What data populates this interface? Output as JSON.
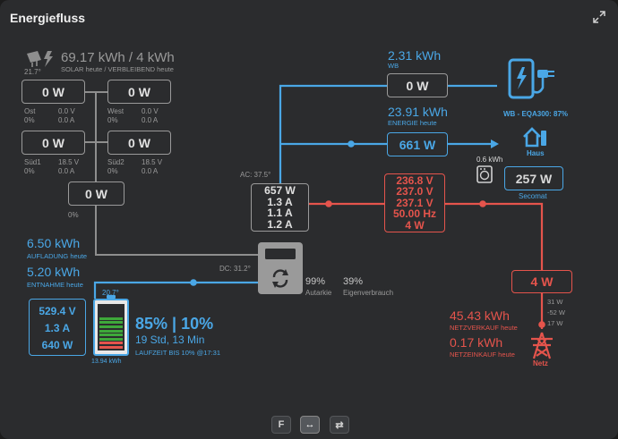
{
  "header": {
    "title": "Energiefluss",
    "expand_icon": "expand-icon"
  },
  "solar": {
    "temp": "21.7°",
    "total": "69.17 kWh / 4 kWh",
    "subtitle": "SOLAR heute / VERBLEIBEND heute",
    "strings": [
      {
        "power": "0 W",
        "name": "Ost",
        "voltage": "0.0 V",
        "pct": "0%",
        "current": "0.0 A"
      },
      {
        "power": "0 W",
        "name": "West",
        "voltage": "0.0 V",
        "pct": "0%",
        "current": "0.0 A"
      },
      {
        "power": "0 W",
        "name": "Süd1",
        "voltage": "18.5 V",
        "pct": "0%",
        "current": "0.0 A"
      },
      {
        "power": "0 W",
        "name": "Süd2",
        "voltage": "18.5 V",
        "pct": "0%",
        "current": "0.0 A"
      }
    ],
    "combined_power": "0 W",
    "combined_pct": "0%"
  },
  "wallbox": {
    "energy": "2.31 kWh",
    "label": "WB",
    "power": "0 W",
    "name": "WB - EQA300: 87%"
  },
  "house": {
    "energy": "23.91 kWh",
    "label": "ENERGIE heute",
    "power": "661 W",
    "name": "Haus",
    "secomat_energy": "0.6 kWh",
    "secomat_power": "257 W",
    "secomat_name": "Secomat"
  },
  "inverter": {
    "ac_label": "AC: 37.5°",
    "dc_label": "DC: 31.2°",
    "lines": [
      "657 W",
      "1.3 A",
      "1.1 A",
      "1.2 A"
    ],
    "autarkie_value": "99%",
    "autarkie_label": "Autarkie",
    "eigen_value": "39%",
    "eigen_label": "Eigenverbrauch"
  },
  "grid_ac": {
    "lines": [
      "236.8 V",
      "237.0 V",
      "237.1 V",
      "50.00 Hz",
      "4 W"
    ]
  },
  "grid": {
    "power": "4 W",
    "phases": [
      "31 W",
      "-52 W",
      "17 W"
    ],
    "sell_value": "45.43 kWh",
    "sell_label": "NETZVERKAUF heute",
    "buy_value": "0.17 kWh",
    "buy_label": "NETZEINKAUF heute",
    "name": "Netz"
  },
  "battery": {
    "charge_value": "6.50 kWh",
    "charge_label": "AUFLADUNG heute",
    "discharge_value": "5.20 kWh",
    "discharge_label": "ENTNAHME heute",
    "voltage": "529.4 V",
    "current": "1.3 A",
    "power": "640 W",
    "temp": "20.7°",
    "capacity": "13.94 kWh",
    "soc_line": "85% | 10%",
    "runtime": "19 Std, 13 Min",
    "runtime_label": "LAUFZEIT BIS 10% @17:31",
    "soc_fraction": 0.85
  },
  "footer": {
    "buttons": [
      "F",
      "↔",
      "⇄"
    ]
  },
  "colors": {
    "blue": "#4aa7e6",
    "red": "#e5544c",
    "grey": "#9a9a9a",
    "background": "#2b2c2e"
  }
}
